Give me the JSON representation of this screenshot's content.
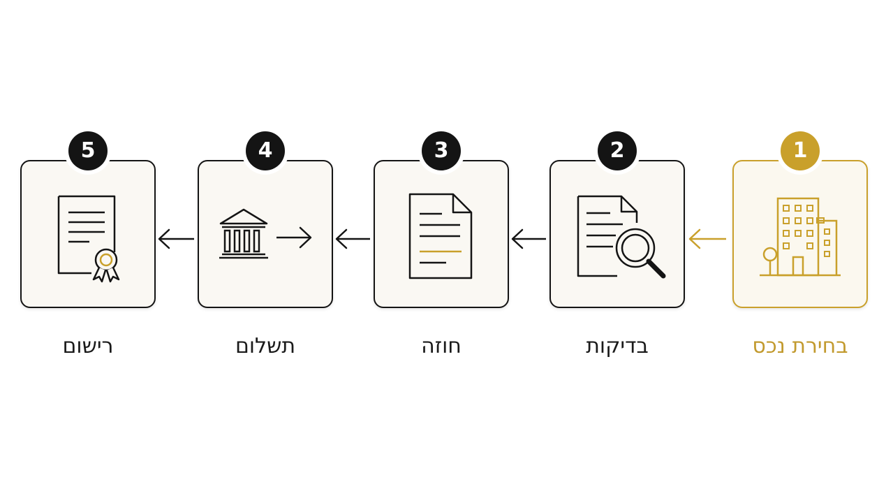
{
  "accent_color": "#c9a02b",
  "line_color": "#141414",
  "steps": [
    {
      "number": "1",
      "label": "בחירת נכס",
      "icon": "building-icon",
      "active": true
    },
    {
      "number": "2",
      "label": "בדיקות",
      "icon": "document-magnifier-icon",
      "active": false
    },
    {
      "number": "3",
      "label": "חוזה",
      "icon": "contract-document-icon",
      "active": false
    },
    {
      "number": "4",
      "label": "תשלום",
      "icon": "bank-transfer-icon",
      "active": false
    },
    {
      "number": "5",
      "label": "רישום",
      "icon": "certificate-icon",
      "active": false
    }
  ],
  "flow_direction": "right-to-left"
}
